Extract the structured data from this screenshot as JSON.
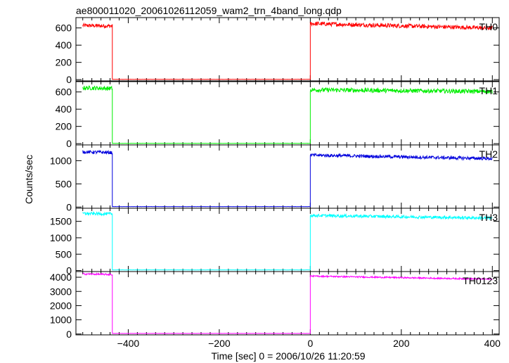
{
  "title": "ae800011020_20061026112059_wam2_trn_4band_long.qdp",
  "chart_data": {
    "type": "line",
    "title": "ae800011020_20061026112059_wam2_trn_4band_long.qdp",
    "xlabel": "Time [sec] 0 = 2006/10/26 11:20:59",
    "ylabel": "Counts/sec",
    "xlim": [
      -515,
      415
    ],
    "xticks": [
      -400,
      -200,
      0,
      200,
      400
    ],
    "xtick_labels": [
      "−400",
      "−200",
      "0",
      "200",
      "400"
    ],
    "grid": false,
    "panels": [
      {
        "name": "TH0",
        "color": "#ff0000",
        "ylim": [
          -15,
          720
        ],
        "yticks": [
          0,
          200,
          400,
          600
        ],
        "segments": [
          {
            "x": [
              -500,
              -435
            ],
            "y": [
              628,
              622
            ],
            "noise": 22
          },
          {
            "x": [
              -435,
              0
            ],
            "y": [
              3,
              3
            ],
            "noise": 1
          },
          {
            "x": [
              0,
              400
            ],
            "y": [
              650,
              598
            ],
            "noise": 24
          }
        ]
      },
      {
        "name": "TH1",
        "color": "#00ee00",
        "ylim": [
          -15,
          720
        ],
        "yticks": [
          0,
          200,
          400,
          600
        ],
        "segments": [
          {
            "x": [
              -500,
              -435
            ],
            "y": [
              648,
              640
            ],
            "noise": 25
          },
          {
            "x": [
              -435,
              0
            ],
            "y": [
              3,
              3
            ],
            "noise": 1
          },
          {
            "x": [
              0,
              400
            ],
            "y": [
              625,
              605
            ],
            "noise": 25
          }
        ]
      },
      {
        "name": "TH2",
        "color": "#0000dd",
        "ylim": [
          -25,
          1340
        ],
        "yticks": [
          0,
          500,
          1000
        ],
        "segments": [
          {
            "x": [
              -500,
              -435
            ],
            "y": [
              1190,
              1175
            ],
            "noise": 35
          },
          {
            "x": [
              -435,
              0
            ],
            "y": [
              10,
              10
            ],
            "noise": 2
          },
          {
            "x": [
              0,
              400
            ],
            "y": [
              1120,
              1045
            ],
            "noise": 35
          }
        ]
      },
      {
        "name": "TH3",
        "color": "#00ffff",
        "ylim": [
          -30,
          1900
        ],
        "yticks": [
          0,
          500,
          1000,
          1500
        ],
        "segments": [
          {
            "x": [
              -500,
              -435
            ],
            "y": [
              1740,
              1725
            ],
            "noise": 45
          },
          {
            "x": [
              -435,
              0
            ],
            "y": [
              20,
              20
            ],
            "noise": 3
          },
          {
            "x": [
              0,
              400
            ],
            "y": [
              1680,
              1600
            ],
            "noise": 45
          }
        ]
      },
      {
        "name": "TH0123",
        "color": "#ff00ff",
        "ylim": [
          -60,
          4400
        ],
        "yticks": [
          0,
          1000,
          2000,
          3000,
          4000
        ],
        "segments": [
          {
            "x": [
              -500,
              -435
            ],
            "y": [
              4230,
              4190
            ],
            "noise": 60
          },
          {
            "x": [
              -435,
              0
            ],
            "y": [
              40,
              40
            ],
            "noise": 5
          },
          {
            "x": [
              0,
              400
            ],
            "y": [
              4080,
              3860
            ],
            "noise": 50
          }
        ]
      }
    ]
  }
}
